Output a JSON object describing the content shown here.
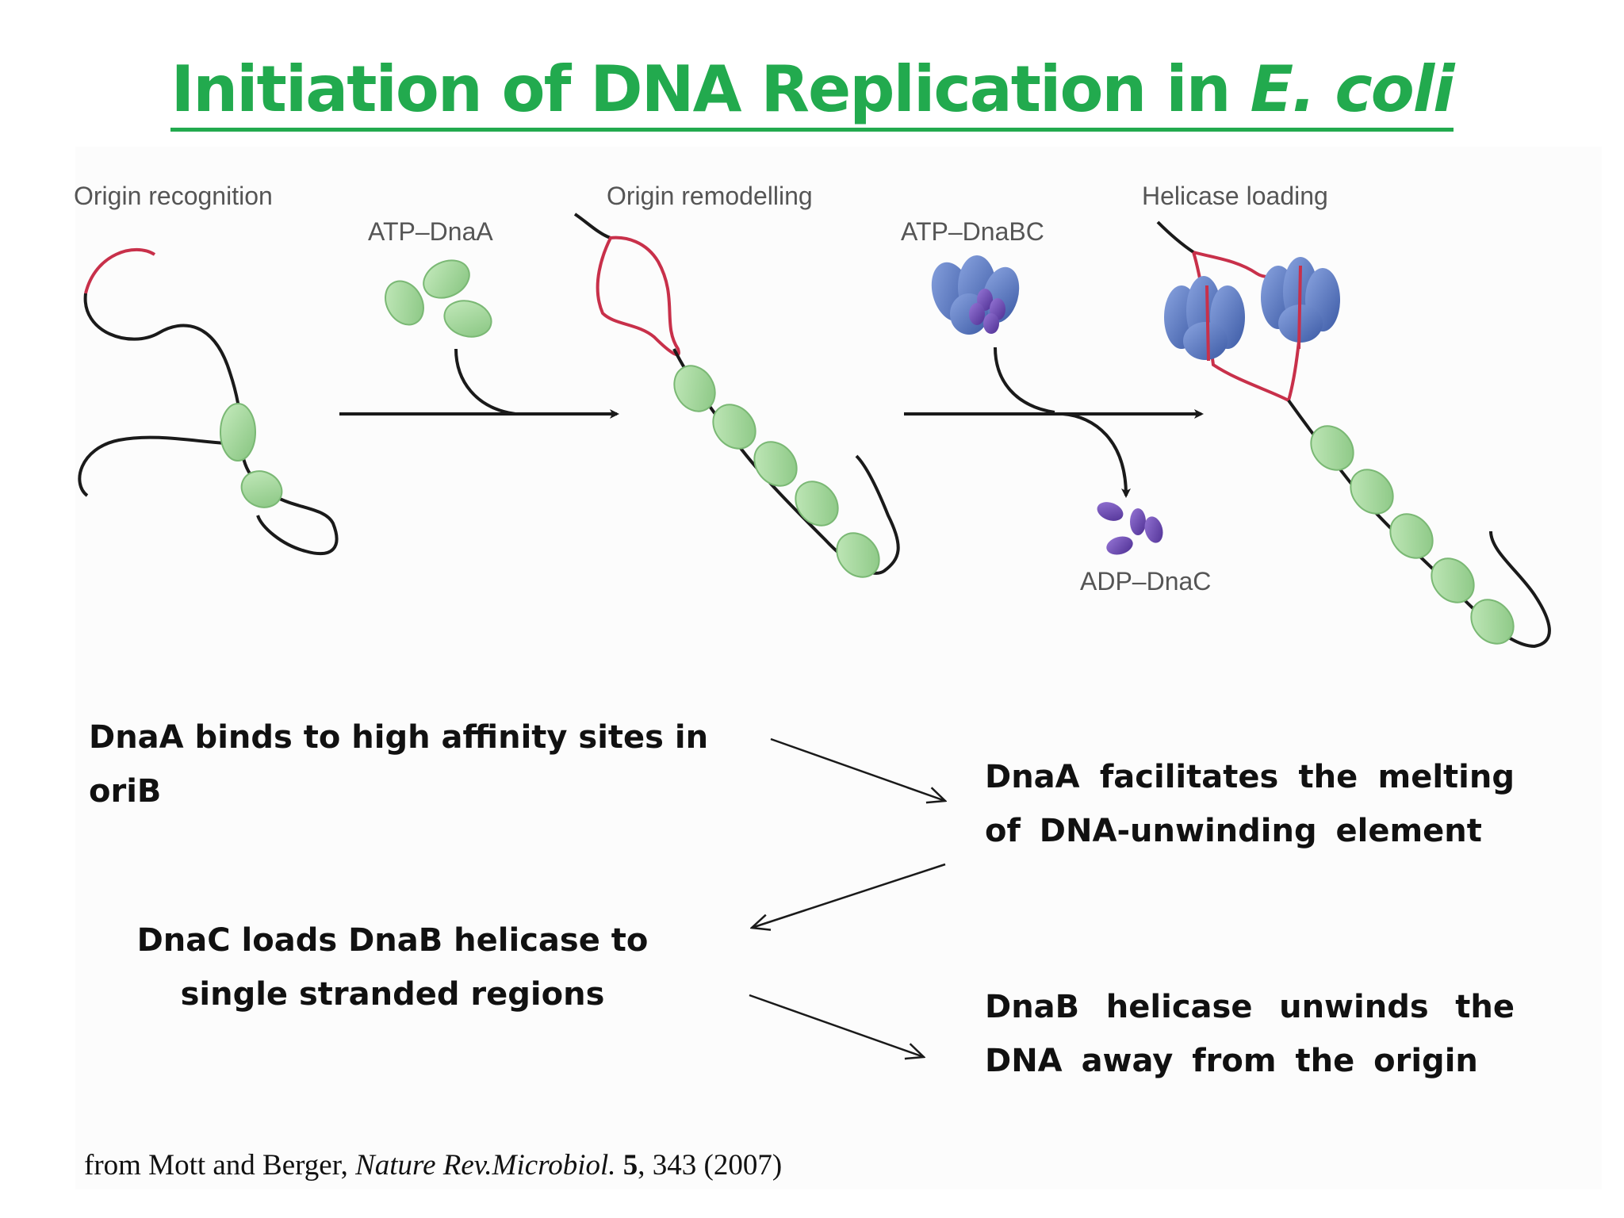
{
  "title": {
    "main": "Initiation of DNA Replication in",
    "italic": "E. coli"
  },
  "labels": {
    "origin_recognition": "Origin recognition",
    "atp_dnaa": "ATP–DnaA",
    "origin_remodelling": "Origin remodelling",
    "atp_dnabc": "ATP–DnaBC",
    "helicase_loading": "Helicase loading",
    "adp_dnac": "ADP–DnaC"
  },
  "steps": {
    "step1": "DnaA binds to high affinity sites in oriB",
    "step2": "DnaA facilitates the melting of DNA-unwinding element",
    "step3": "DnaC loads DnaB helicase to single stranded regions",
    "step4": "DnaB helicase unwinds the DNA away from the origin"
  },
  "citation": {
    "prefix": "from Mott and Berger,",
    "journal": "Nature Rev.Microbiol.",
    "volume": "5",
    "rest": ", 343 (2007)"
  },
  "colors": {
    "title": "#22aa4e",
    "dna": "#1a1a1a",
    "melted_dna": "#c8304a",
    "dnaa": "#a9d9a1",
    "dnab": "#5a79bf",
    "dnac": "#6a49b0"
  }
}
